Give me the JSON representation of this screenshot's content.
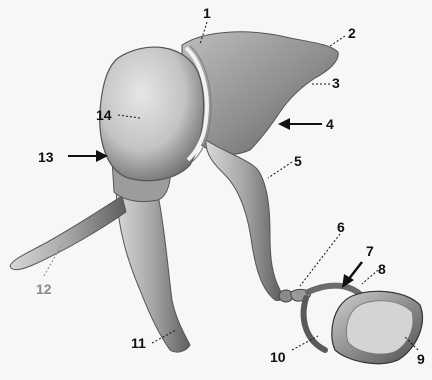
{
  "labels": {
    "l1": "1",
    "l2": "2",
    "l3": "3",
    "l4": "4",
    "l5": "5",
    "l6": "6",
    "l7": "7",
    "l8": "8",
    "l9": "9",
    "l10": "10",
    "l11": "11",
    "l12": "12",
    "l13": "13",
    "l14": "14"
  },
  "colors": {
    "bone_light": "#d6d6d6",
    "bone_mid": "#a8a8a8",
    "bone_dark": "#5f5f5f",
    "label": "#111111",
    "label_grey": "#8a8a8a"
  }
}
